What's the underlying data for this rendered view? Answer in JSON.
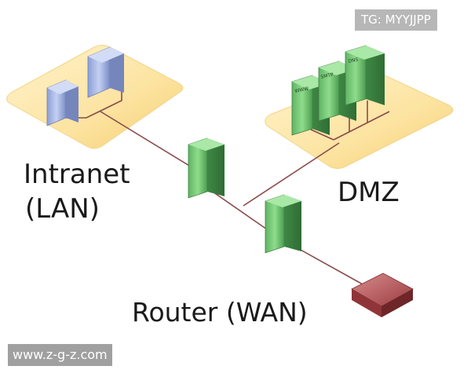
{
  "labels": {
    "intranet": "Intranet",
    "lan": "(LAN)",
    "dmz": "DMZ",
    "router": "Router (WAN)"
  },
  "server_tags": {
    "www": "WWW",
    "smtp": "SMTP",
    "dns": "DNS"
  },
  "watermarks": {
    "top": "TG: MYYJJPP",
    "bottom": "www.z-g-z.com"
  },
  "colors": {
    "zone_fill": "#fce6a6",
    "zone_edge": "#f0c860",
    "server_green": "#7ccf7a",
    "server_green_dark": "#4e9e52",
    "client_blue": "#a9b9e6",
    "router_red": "#b8575a",
    "cable": "#8a4a4a"
  }
}
